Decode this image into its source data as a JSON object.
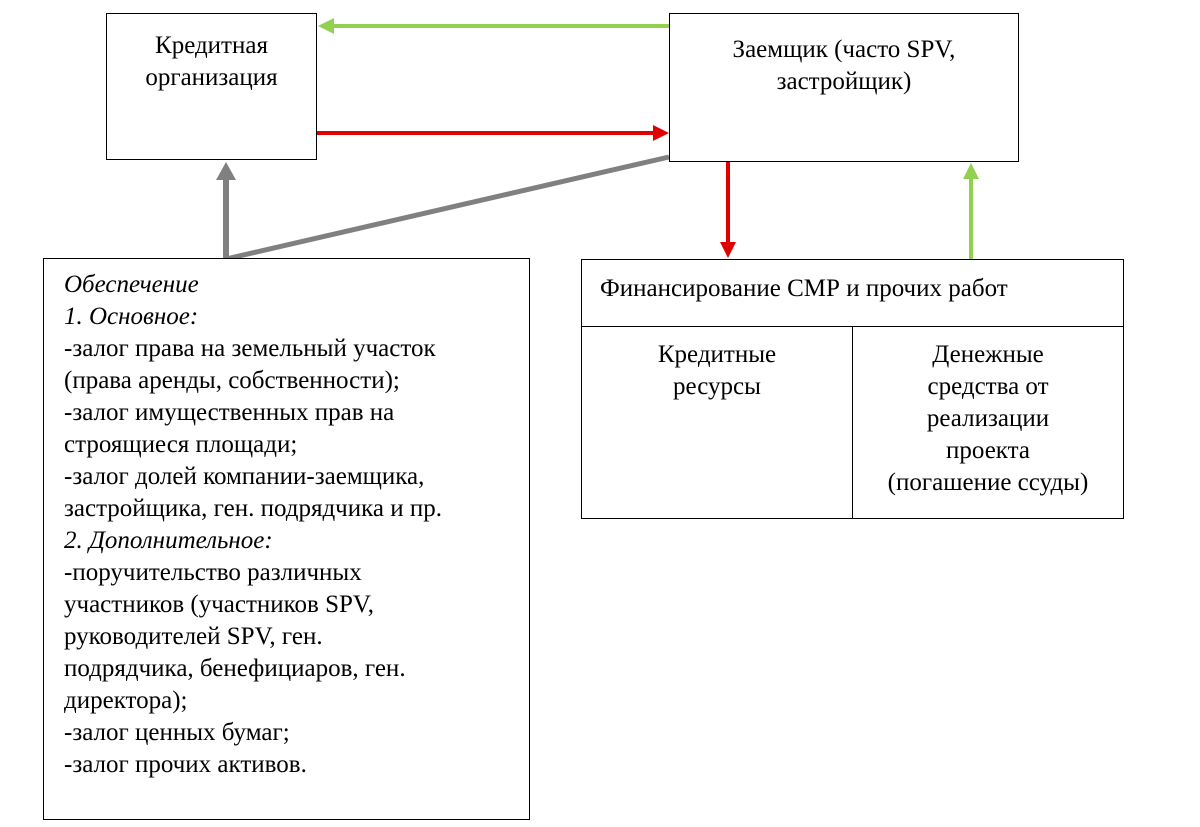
{
  "colors": {
    "green": "#92d050",
    "red": "#e00000",
    "gray": "#808080",
    "border": "#000000"
  },
  "bank": {
    "line1": "Кредитная",
    "line2": "организация"
  },
  "borrower": {
    "line1": "Заемщик (часто SPV,",
    "line2": "застройщик)"
  },
  "collateral": {
    "lines": [
      "Обеспечение",
      "1. Основное:",
      "-залог права на земельный участок",
      "(права аренды, собственности);",
      "-залог имущественных прав на",
      "строящиеся площади;",
      "-залог долей компании-заемщика,",
      "застройщика, ген. подрядчика и пр.",
      "2. Дополнительное:",
      "-поручительство различных",
      "участников (участников SPV,",
      "руководителей SPV, ген.",
      "подрядчика, бенефициаров, ген.",
      "директора);",
      "-залог ценных бумаг;",
      "-залог прочих активов."
    ]
  },
  "finance": {
    "title": "Финансирование СМР и прочих работ",
    "left": {
      "line1": "Кредитные",
      "line2": "ресурсы"
    },
    "right": {
      "line1": "Денежные",
      "line2": "средства от",
      "line3": "реализации",
      "line4": "проекта",
      "line5": "(погашение ссуды)"
    }
  },
  "connectors": [
    {
      "name": "borrower-to-bank-arrow",
      "color": "green"
    },
    {
      "name": "bank-to-borrower-arrow",
      "color": "red"
    },
    {
      "name": "borrower-to-finance-arrow",
      "color": "red"
    },
    {
      "name": "finance-to-borrower-arrow",
      "color": "green"
    },
    {
      "name": "collateral-to-bank-arrow",
      "color": "gray"
    },
    {
      "name": "collateral-to-borrower-line",
      "color": "gray"
    }
  ]
}
